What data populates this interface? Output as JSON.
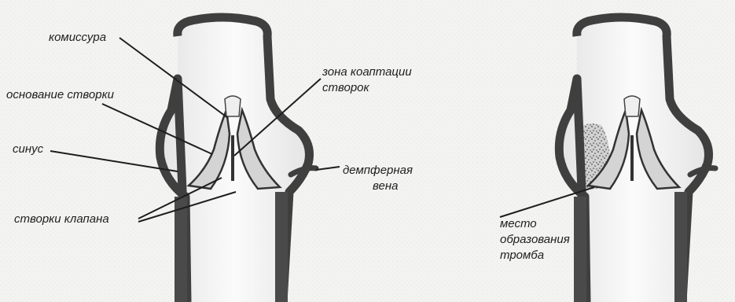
{
  "left_diagram": {
    "labels": {
      "commissure": "комиссура",
      "leaflet_base": "основание створки",
      "sinus": "синус",
      "coaptation_line1": "зона коаптации",
      "coaptation_line2": "створок",
      "damper_line1": "демпферная",
      "damper_line2": "вена",
      "valve_leaflets": "створки клапана"
    }
  },
  "right_diagram": {
    "labels": {
      "thrombus_line1": "место",
      "thrombus_line2": "образования",
      "thrombus_line3": "тромба"
    }
  }
}
